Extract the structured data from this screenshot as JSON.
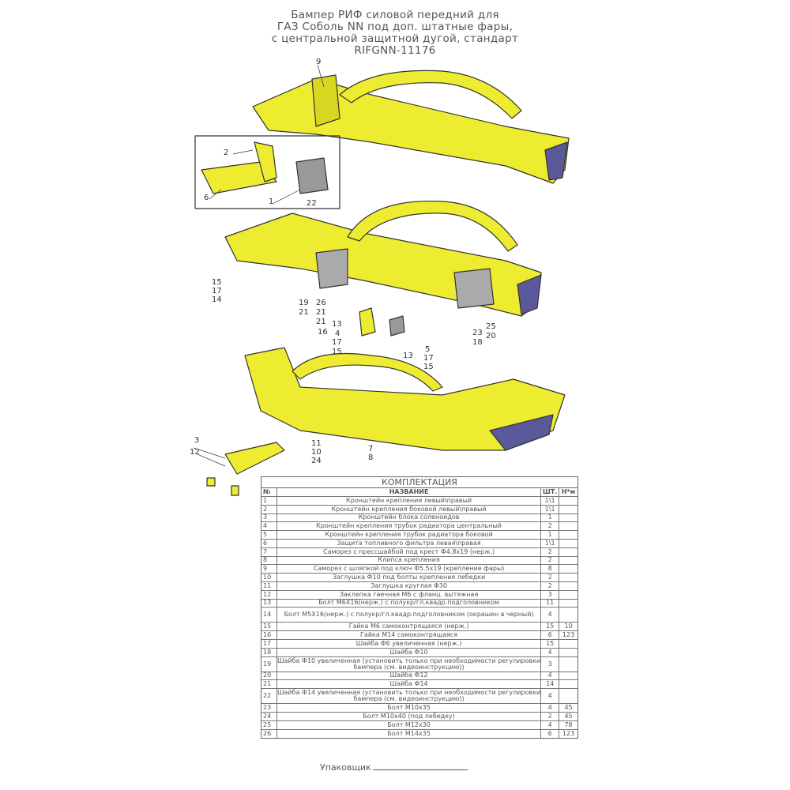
{
  "title": {
    "line1": "Бампер РИФ силовой передний для",
    "line2": "ГАЗ Соболь NN под доп. штатные фары,",
    "line3": "с центральной защитной дугой, стандарт",
    "line4": "RIFGNN-11176"
  },
  "callouts": [
    "9",
    "2",
    "6",
    "1",
    "22",
    "15",
    "17",
    "14",
    "19",
    "21",
    "26",
    "21",
    "21",
    "13",
    "16",
    "4",
    "17",
    "15",
    "13",
    "5",
    "17",
    "15",
    "23",
    "18",
    "25",
    "20",
    "3",
    "12",
    "11",
    "10",
    "24",
    "7",
    "8"
  ],
  "table": {
    "caption": "КОМПЛЕКТАЦИЯ",
    "headers": {
      "num": "№",
      "name": "НАЗВАНИЕ",
      "qty": "ШТ.",
      "torque": "Н*м"
    },
    "rows": [
      {
        "n": "1",
        "name": "Кронштейн крепления левый\\правый",
        "q": "1\\1",
        "t": ""
      },
      {
        "n": "2",
        "name": "Кронштейн крепления боковой левый\\правый",
        "q": "1\\1",
        "t": ""
      },
      {
        "n": "3",
        "name": "Кронштейн блока соленоидов",
        "q": "1",
        "t": ""
      },
      {
        "n": "4",
        "name": "Кронштейн крепления трубок радиатора центральный",
        "q": "2",
        "t": ""
      },
      {
        "n": "5",
        "name": "Кронштейн крепления трубок радиатора боковой",
        "q": "1",
        "t": ""
      },
      {
        "n": "6",
        "name": "Защита топливного фильтра левая\\правая",
        "q": "1\\1",
        "t": ""
      },
      {
        "n": "7",
        "name": "Саморез с прессшайбой под крест Ф4.8x19 (нерж.)",
        "q": "2",
        "t": ""
      },
      {
        "n": "8",
        "name": "Клипса крепления",
        "q": "2",
        "t": ""
      },
      {
        "n": "9",
        "name": "Саморез с шляпкой под ключ  Ф5.5x19 (крепление фары)",
        "q": "8",
        "t": ""
      },
      {
        "n": "10",
        "name": "Заглушка Ф10 под болты крепления лебедки",
        "q": "2",
        "t": ""
      },
      {
        "n": "11",
        "name": "Заглушка круглая Ф30",
        "q": "2",
        "t": ""
      },
      {
        "n": "12",
        "name": "Заклепка гаечная М6 с фланц. вытяжная",
        "q": "3",
        "t": ""
      },
      {
        "n": "13",
        "name": "Болт М6X16(нерж.) с полукр/гл.квадр.подголовником",
        "q": "11",
        "t": ""
      },
      {
        "n": "14",
        "name": "Болт М5X16(нерж.) с полукр/гл.квадр.подголовником (окрашен в черный)",
        "q": "4",
        "t": ""
      },
      {
        "n": "15",
        "name": "Гайка  М6 самоконтрящаяся (нерж.)",
        "q": "15",
        "t": "10"
      },
      {
        "n": "16",
        "name": "Гайка  М14 самоконтрящаяся",
        "q": "6",
        "t": "123"
      },
      {
        "n": "17",
        "name": "Шайба Ф6 увеличенная (нерж.)",
        "q": "15",
        "t": ""
      },
      {
        "n": "18",
        "name": "Шайба Ф10",
        "q": "4",
        "t": ""
      },
      {
        "n": "19",
        "name": "Шайба Ф10 увеличенная (установить только при необходимости регулировки бампера  (см. видеоинструкцию))",
        "q": "3",
        "t": ""
      },
      {
        "n": "20",
        "name": "Шайба Ф12",
        "q": "4",
        "t": ""
      },
      {
        "n": "21",
        "name": "Шайба Ф14",
        "q": "14",
        "t": ""
      },
      {
        "n": "22",
        "name": "Шайба Ф14 увеличенная (установить только при необходимости регулировки бампера (см. видеоинструкцию))",
        "q": "4",
        "t": ""
      },
      {
        "n": "23",
        "name": "Болт  М10x35",
        "q": "4",
        "t": "45"
      },
      {
        "n": "24",
        "name": "Болт М10x40 (под лебедку)",
        "q": "2",
        "t": "45"
      },
      {
        "n": "25",
        "name": "Болт  М12x30",
        "q": "4",
        "t": "78"
      },
      {
        "n": "26",
        "name": "Болт  М14x35",
        "q": "6",
        "t": "123"
      }
    ]
  },
  "footer": {
    "packer_label": "Упаковщик"
  },
  "colors": {
    "part": "#eeec30",
    "outline": "#333333",
    "shadow": "#5a5a9a"
  }
}
